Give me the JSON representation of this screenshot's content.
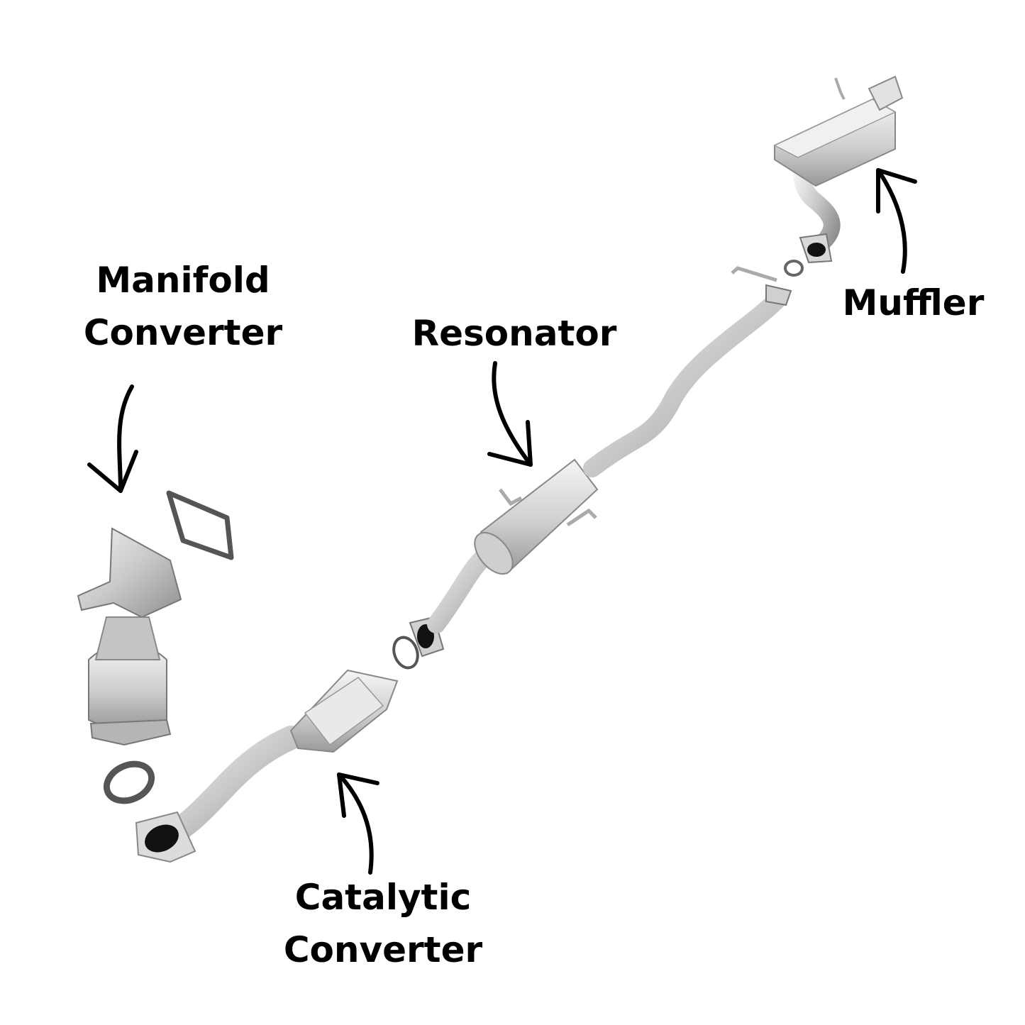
{
  "labels": {
    "manifold_converter": [
      "Manifold",
      "Converter"
    ],
    "resonator": [
      "Resonator"
    ],
    "muffler": [
      "Muffler"
    ],
    "catalytic_converter": [
      "Catalytic",
      "Converter"
    ]
  },
  "colors": {
    "text": "#000000",
    "metal_light": "#e6e6e6",
    "metal_mid": "#bdbdbd",
    "metal_dark": "#8a8a8a",
    "gasket": "#555555",
    "arrow": "#000000"
  }
}
